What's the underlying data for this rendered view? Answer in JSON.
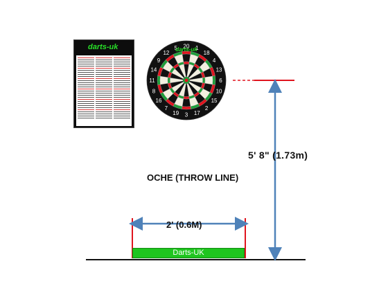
{
  "labels": {
    "height": "5' 8\"  (1.73m)",
    "oche": "OCHE (THROW LINE)",
    "width": "2'  (0.6M)",
    "mat": "Darts-UK"
  },
  "chart": {
    "logo": "darts-uk"
  },
  "dartboard": {
    "logo": "darts-uk",
    "numbers": [
      "20",
      "1",
      "18",
      "4",
      "13",
      "6",
      "10",
      "15",
      "2",
      "17",
      "3",
      "19",
      "7",
      "16",
      "8",
      "11",
      "14",
      "9",
      "12",
      "5"
    ]
  },
  "colors": {
    "red_line": "#e0141e",
    "blue_arrow": "#4f82b9",
    "mat_green": "#1fc51f",
    "board_red": "#e0141e",
    "board_green": "#1f9d3a"
  }
}
